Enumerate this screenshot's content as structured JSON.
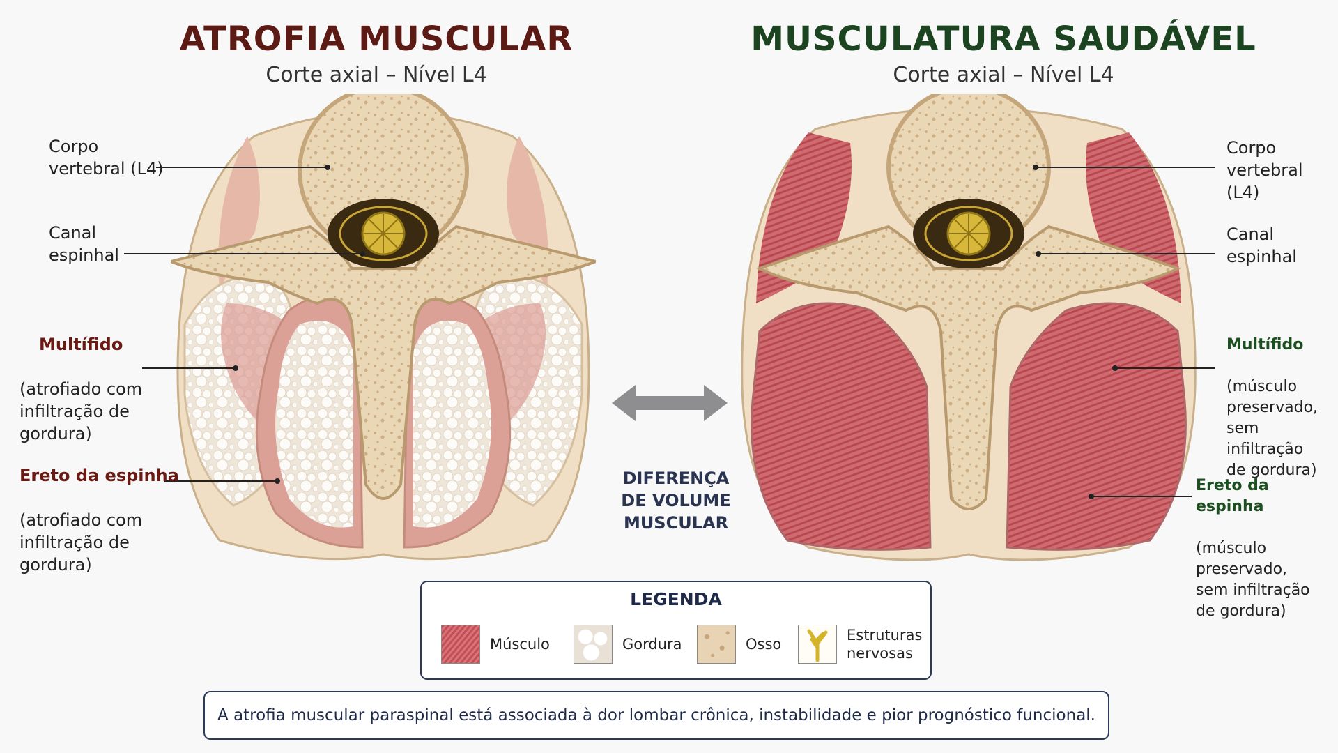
{
  "left": {
    "title": "ATROFIA MUSCULAR",
    "subtitle": "Corte axial – Nível L4",
    "labels": {
      "corpo": "Corpo\nvertebral (L4)",
      "canal": "Canal\nespinhal",
      "multifido_head": "Multífido",
      "multifido_desc": "(atrofiado com\ninfiltração de\ngordura)",
      "ereto_head": "Ereto da espinha",
      "ereto_desc": "(atrofiado com\ninfiltração de\ngordura)"
    }
  },
  "right": {
    "title": "MUSCULATURA SAUDÁVEL",
    "subtitle": "Corte axial – Nível L4",
    "labels": {
      "corpo": "Corpo\nvertebral (L4)",
      "canal": "Canal\nespinhal",
      "multifido_head": "Multífido",
      "multifido_desc": "(músculo\npreservado,\nsem infiltração\nde gordura)",
      "ereto_head": "Ereto da espinha",
      "ereto_desc": "(músculo\npreservado,\nsem infiltração\nde gordura)"
    }
  },
  "middle": {
    "text": "DIFERENÇA\nDE VOLUME\nMUSCULAR",
    "icon": "double-arrow-icon"
  },
  "legend": {
    "title": "LEGENDA",
    "items": [
      {
        "label": "Músculo",
        "icon": "muscle-swatch"
      },
      {
        "label": "Gordura",
        "icon": "fat-swatch"
      },
      {
        "label": "Osso",
        "icon": "bone-swatch"
      },
      {
        "label": "Estruturas\nnervosas",
        "icon": "nerve-icon"
      }
    ]
  },
  "footer": "A atrofia muscular paraspinal está associada à dor lombar crônica, instabilidade e pior prognóstico funcional.",
  "colors": {
    "title_left": "#5c1a14",
    "title_right": "#1c4420",
    "muscle": "#c85a5e",
    "fat": "#f3ece2",
    "bone": "#e6d2b0",
    "nerve": "#d6b42a",
    "frame": "#2c3a5a"
  }
}
